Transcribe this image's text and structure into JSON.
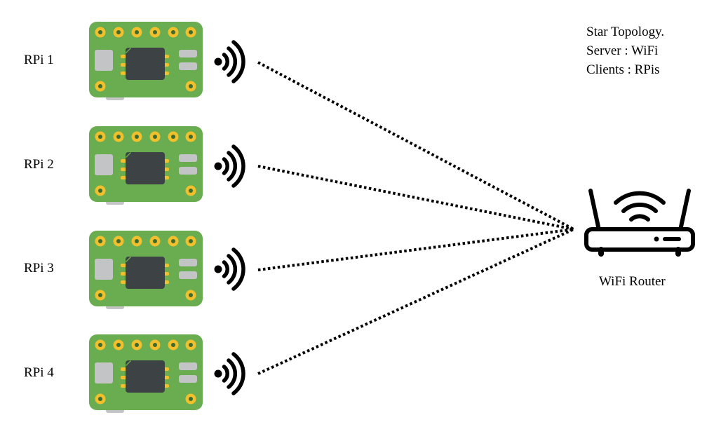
{
  "nodes": [
    {
      "id": "rpi-1",
      "label": "RPi 1"
    },
    {
      "id": "rpi-2",
      "label": "RPi 2"
    },
    {
      "id": "rpi-3",
      "label": "RPi 3"
    },
    {
      "id": "rpi-4",
      "label": "RPi 4"
    }
  ],
  "router": {
    "label": "WiFi Router"
  },
  "legend": {
    "line1": "Star Topology.",
    "line2": "Server : WiFi",
    "line3": "Clients : RPis"
  },
  "colors": {
    "board": "#6aac50",
    "pin": "#f2c02c",
    "chip": "#3d4245",
    "component": "#c2c4c6",
    "line": "#000000"
  },
  "icons": {
    "board": "raspberry-pi-board-icon",
    "signal": "wifi-signal-icon",
    "router": "wifi-router-icon"
  }
}
